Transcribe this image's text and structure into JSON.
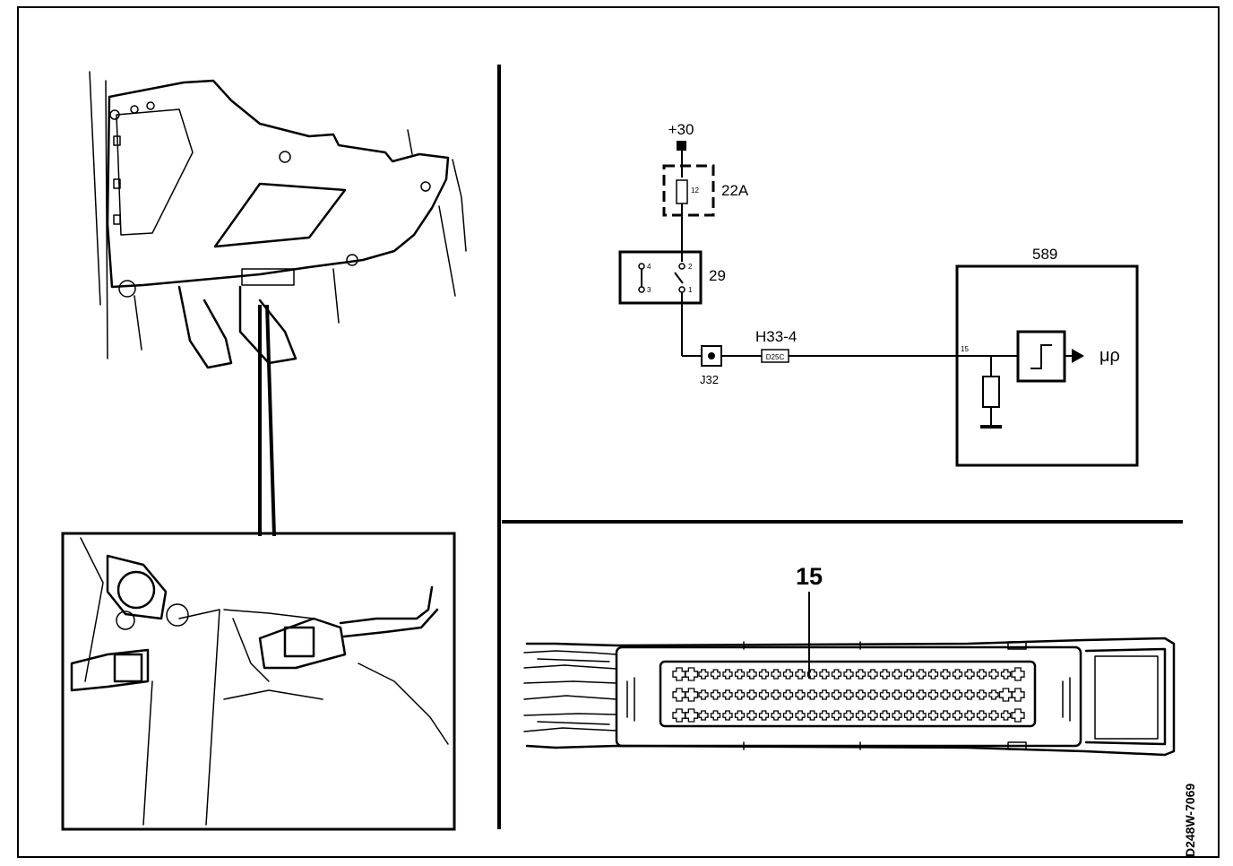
{
  "circuit": {
    "supply": "+30",
    "fuse_box": "22A",
    "fuse_pin": "12",
    "relay": "29",
    "relay_pins": [
      "4",
      "3",
      "2",
      "1"
    ],
    "junction": "J32",
    "connector": "H33-4",
    "connector_code": "D25C",
    "ecu": "589",
    "ecu_pin": "15",
    "output": "μρ"
  },
  "connector_view": {
    "pin_callout": "15"
  },
  "figure_code": "D248W-7069"
}
